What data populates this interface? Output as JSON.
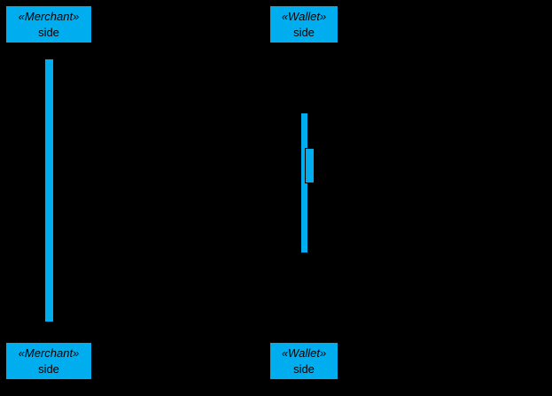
{
  "colors": {
    "background": "#000000",
    "accent": "#00AEEF",
    "text": "#000000"
  },
  "lifelines": {
    "merchant": {
      "stereotype": "«Merchant»",
      "name": "side"
    },
    "wallet": {
      "stereotype": "«Wallet»",
      "name": "side"
    }
  }
}
